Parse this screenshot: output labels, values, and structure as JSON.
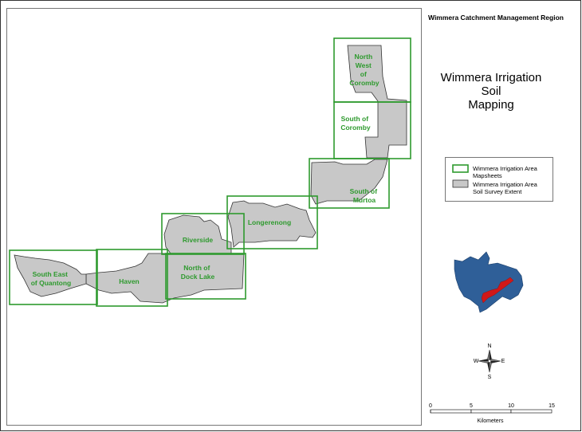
{
  "region_title": "Wimmera Catchment Management Region",
  "map_title_line1": "Wimmera Irrigation Soil",
  "map_title_line2": "Mapping",
  "legend": {
    "mapsheet_line1": "Wimmera Irrigation Area",
    "mapsheet_line2": "Mapsheets",
    "extent_line1": "Wimmera Irrigation Area",
    "extent_line2": "Soil Survey Extent"
  },
  "mapsheets": [
    {
      "lines": [
        "North",
        "West",
        "of",
        "Coromby"
      ]
    },
    {
      "lines": [
        "South of",
        "Coromby"
      ]
    },
    {
      "lines": [
        "South of",
        "Murtoa"
      ]
    },
    {
      "lines": [
        "Longerenong"
      ]
    },
    {
      "lines": [
        "Riverside"
      ]
    },
    {
      "lines": [
        "North of",
        "Dock Lake"
      ]
    },
    {
      "lines": [
        "Haven"
      ]
    },
    {
      "lines": [
        "South East",
        "of Quantong"
      ]
    }
  ],
  "north_arrow": {
    "n": "N",
    "s": "S",
    "e": "E",
    "w": "W"
  },
  "scale": {
    "ticks": [
      "0",
      "5",
      "10",
      "15"
    ],
    "unit": "Kilometers"
  },
  "colors": {
    "mapsheet_outline": "#2e9a2e",
    "survey_fill": "#c8c8c8",
    "catchment_fill": "#2f5f98",
    "highlight": "#d01818"
  }
}
